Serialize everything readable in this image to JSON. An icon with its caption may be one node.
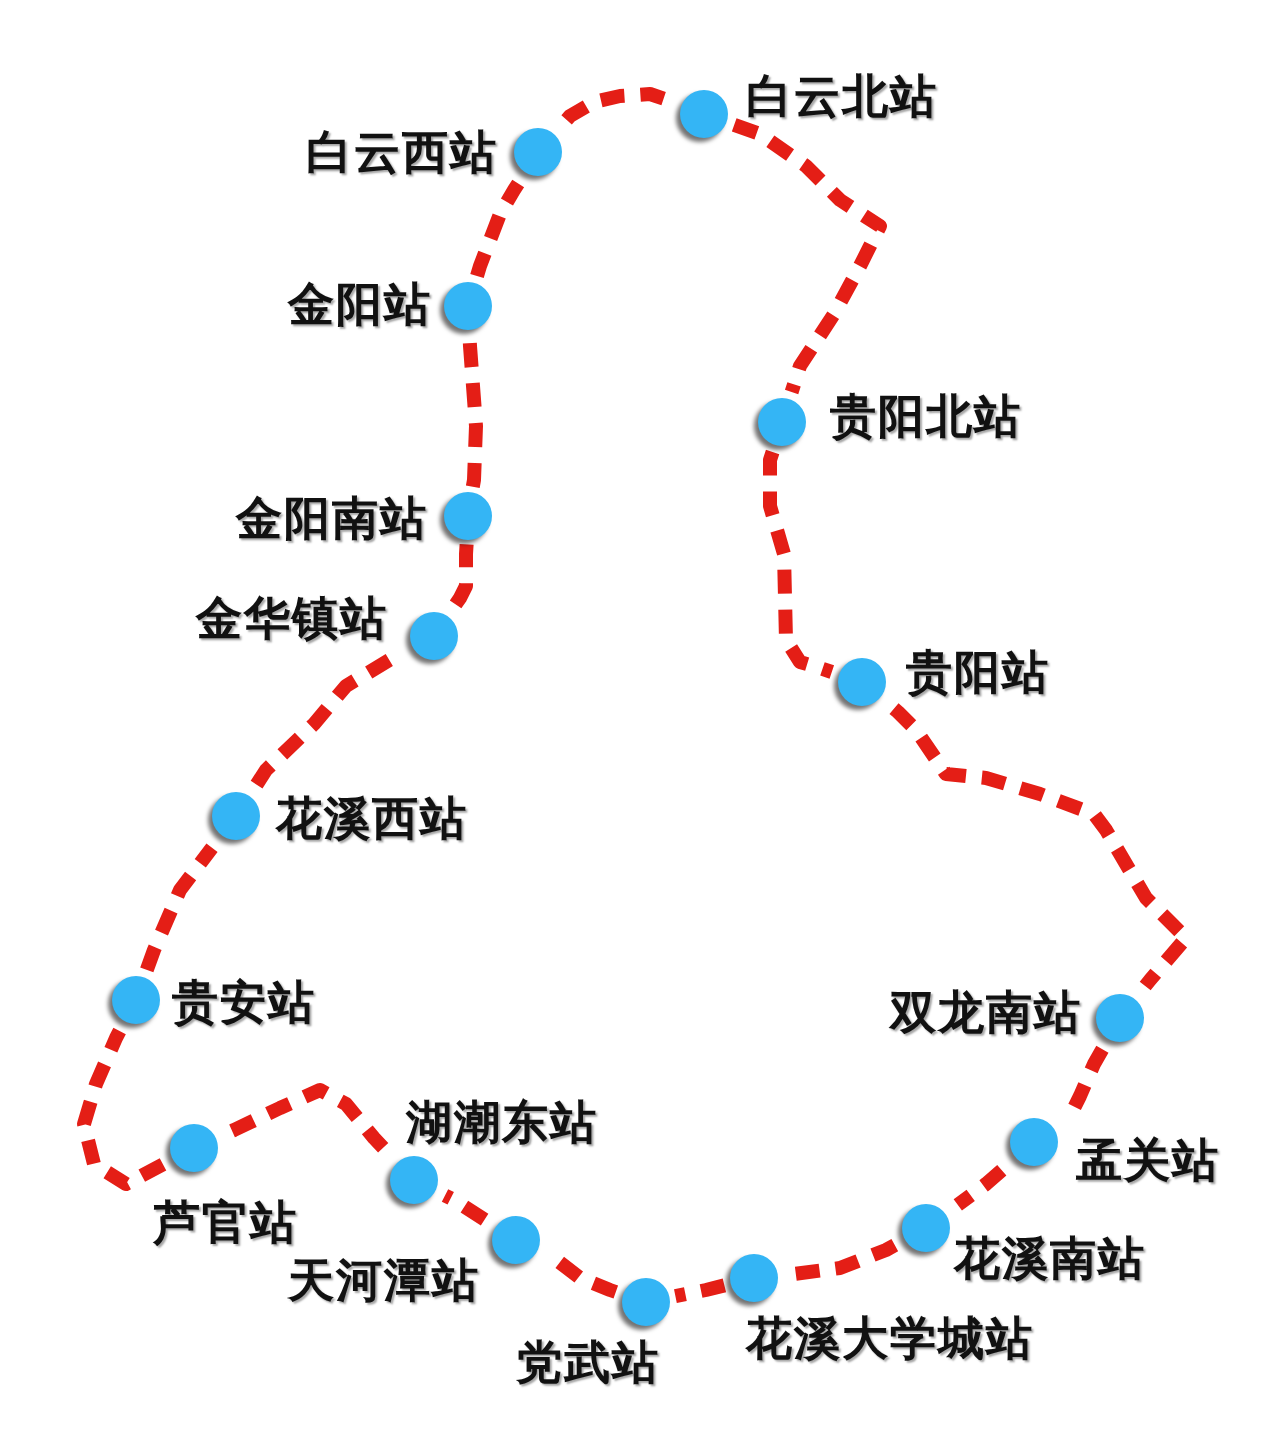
{
  "diagram": {
    "nodes": [
      {
        "text": [],
        "shape": "circle",
        "beside": [
          "白云西站"
        ]
      },
      {
        "text": [],
        "shape": "circle",
        "beside": [
          "白云北站"
        ]
      },
      {
        "text": [],
        "shape": "circle",
        "beside": [
          "贵阳北站"
        ]
      },
      {
        "text": [],
        "shape": "circle",
        "beside": [
          "贵阳站"
        ]
      },
      {
        "text": [],
        "shape": "circle",
        "beside": [
          "双龙南站"
        ]
      },
      {
        "text": [],
        "shape": "circle",
        "beside": [
          "孟关站"
        ]
      },
      {
        "text": [],
        "shape": "circle",
        "beside": [
          "花溪南站"
        ]
      },
      {
        "text": [],
        "shape": "circle",
        "beside": [
          "花溪大学城站"
        ]
      },
      {
        "text": [],
        "shape": "circle",
        "beside": [
          "党武站"
        ]
      },
      {
        "text": [],
        "shape": "circle",
        "beside": [
          "天河潭站"
        ]
      },
      {
        "text": [],
        "shape": "circle",
        "beside": [
          "湖潮东站"
        ]
      },
      {
        "text": [],
        "shape": "circle",
        "beside": [
          "芦官站"
        ]
      },
      {
        "text": [],
        "shape": "circle",
        "beside": [
          "贵安站"
        ]
      },
      {
        "text": [],
        "shape": "circle",
        "beside": [
          "花溪西站"
        ]
      },
      {
        "text": [],
        "shape": "circle",
        "beside": [
          "金华镇站"
        ]
      },
      {
        "text": [],
        "shape": "circle",
        "beside": [
          "金阳南站"
        ]
      },
      {
        "text": [],
        "shape": "circle",
        "beside": [
          "金阳站"
        ]
      }
    ],
    "edges": [
      {
        "from": 0,
        "to": 1,
        "arrow": "none",
        "style": "dashed"
      },
      {
        "from": 1,
        "to": 2,
        "arrow": "none",
        "style": "dashed"
      },
      {
        "from": 2,
        "to": 3,
        "arrow": "none",
        "style": "dashed"
      },
      {
        "from": 3,
        "to": 4,
        "arrow": "none",
        "style": "dashed"
      },
      {
        "from": 4,
        "to": 5,
        "arrow": "none",
        "style": "dashed"
      },
      {
        "from": 5,
        "to": 6,
        "arrow": "none",
        "style": "dashed"
      },
      {
        "from": 6,
        "to": 7,
        "arrow": "none",
        "style": "dashed"
      },
      {
        "from": 7,
        "to": 8,
        "arrow": "none",
        "style": "dashed"
      },
      {
        "from": 8,
        "to": 9,
        "arrow": "none",
        "style": "dashed"
      },
      {
        "from": 9,
        "to": 10,
        "arrow": "none",
        "style": "dashed"
      },
      {
        "from": 10,
        "to": 11,
        "arrow": "none",
        "style": "dashed"
      },
      {
        "from": 11,
        "to": 12,
        "arrow": "none",
        "style": "dashed"
      },
      {
        "from": 12,
        "to": 13,
        "arrow": "none",
        "style": "dashed"
      },
      {
        "from": 13,
        "to": 14,
        "arrow": "none",
        "style": "dashed"
      },
      {
        "from": 14,
        "to": 15,
        "arrow": "none",
        "style": "dashed"
      },
      {
        "from": 15,
        "to": 16,
        "arrow": "none",
        "style": "dashed"
      },
      {
        "from": 16,
        "to": 0,
        "arrow": "none",
        "style": "dashed"
      }
    ]
  }
}
